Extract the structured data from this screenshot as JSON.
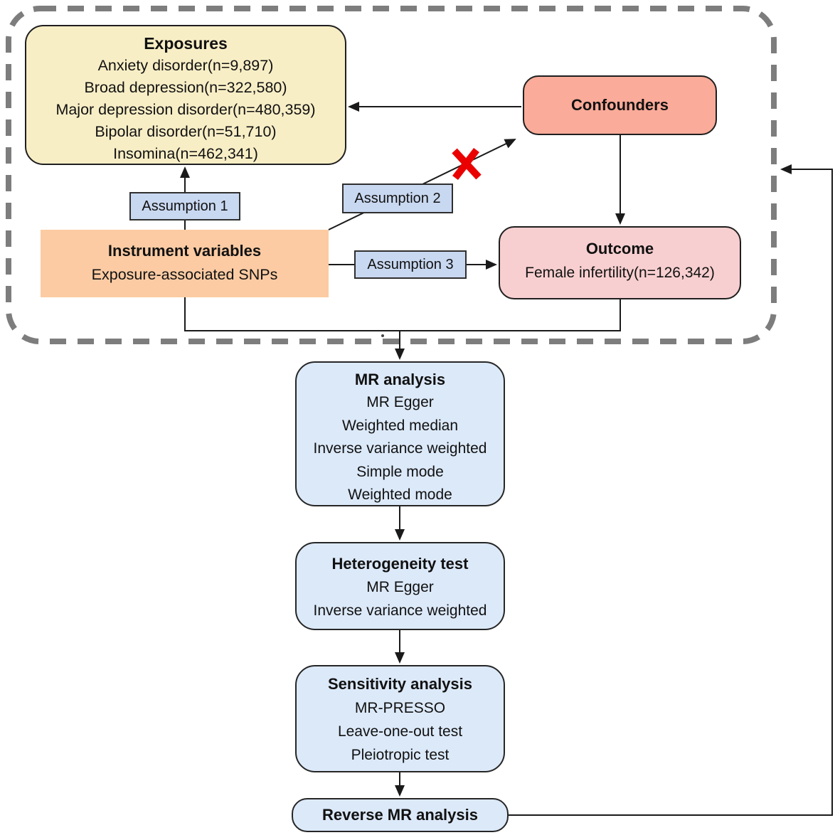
{
  "boxes": {
    "exposures": {
      "title": "Exposures",
      "lines": [
        "Anxiety disorder(n=9,897)",
        "Broad depression(n=322,580)",
        "Major depression disorder(n=480,359)",
        "Bipolar disorder(n=51,710)",
        "Insomina(n=462,341)"
      ]
    },
    "confounders": {
      "title": "Confounders"
    },
    "instrument": {
      "title": "Instrument variables",
      "subtitle": "Exposure-associated SNPs"
    },
    "outcome": {
      "title": "Outcome",
      "subtitle": "Female infertility(n=126,342)"
    },
    "mr_analysis": {
      "title": "MR analysis",
      "lines": [
        "MR Egger",
        "Weighted median",
        "Inverse variance weighted",
        "Simple mode",
        "Weighted mode"
      ]
    },
    "heterogeneity": {
      "title": "Heterogeneity test",
      "lines": [
        "MR Egger",
        "Inverse variance weighted"
      ]
    },
    "sensitivity": {
      "title": "Sensitivity analysis",
      "lines": [
        "MR-PRESSO",
        "Leave-one-out test",
        "Pleiotropic test"
      ]
    },
    "reverse": {
      "title": "Reverse MR analysis"
    }
  },
  "labels": {
    "assumption1": "Assumption 1",
    "assumption2": "Assumption 2",
    "assumption3": "Assumption 3"
  },
  "colors": {
    "exposures_fill": "#F8EEC6",
    "confounders_fill": "#FBAB99",
    "outcome_fill": "#F8CFD0",
    "instrument_fill": "#FCCBA3",
    "assumption_fill": "#C9D8F1",
    "process_fill": "#DCE9F9",
    "dashed_border": "#7D7D7D",
    "line": "#1a1a1a",
    "red_x": "#EA0000"
  }
}
